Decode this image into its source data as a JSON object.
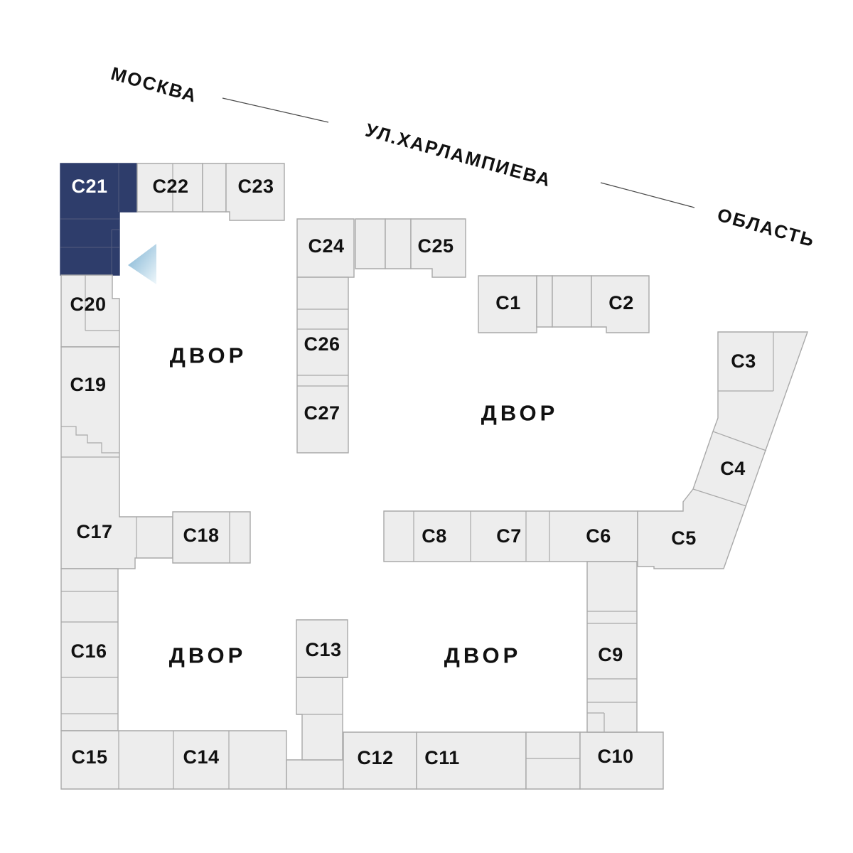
{
  "street": {
    "city_label": "МОСКВА",
    "street_label": "УЛ.ХАРЛАМПИЕВА",
    "region_label": "ОБЛАСТЬ"
  },
  "courtyards": [
    {
      "label": "ДВОР"
    },
    {
      "label": "ДВОР"
    },
    {
      "label": "ДВОР"
    },
    {
      "label": "ДВОР"
    }
  ],
  "selected_block": "С21",
  "blocks": [
    {
      "label": "С1"
    },
    {
      "label": "С2"
    },
    {
      "label": "С3"
    },
    {
      "label": "С4"
    },
    {
      "label": "С5"
    },
    {
      "label": "С6"
    },
    {
      "label": "С7"
    },
    {
      "label": "С8"
    },
    {
      "label": "С9"
    },
    {
      "label": "С10"
    },
    {
      "label": "С11"
    },
    {
      "label": "С12"
    },
    {
      "label": "С13"
    },
    {
      "label": "С14"
    },
    {
      "label": "С15"
    },
    {
      "label": "С16"
    },
    {
      "label": "С17"
    },
    {
      "label": "С18"
    },
    {
      "label": "С19"
    },
    {
      "label": "С20"
    },
    {
      "label": "С21",
      "selected": true
    },
    {
      "label": "С22"
    },
    {
      "label": "С23"
    },
    {
      "label": "С24"
    },
    {
      "label": "С25"
    },
    {
      "label": "С26"
    },
    {
      "label": "С27"
    }
  ],
  "colors": {
    "block_fill": "#ededed",
    "block_stroke": "#a9a9a9",
    "selected_fill": "#2e3d6b",
    "selected_divider": "#4d5679",
    "selected_text": "#ffffff",
    "label_color": "#111111",
    "arrow_from": "#7cb1d2",
    "arrow_to": "#eef7fb"
  }
}
